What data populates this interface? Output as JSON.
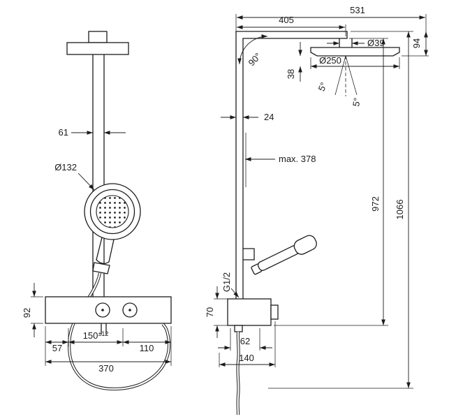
{
  "drawing": {
    "front_view": {
      "d61": "61",
      "d132": "Ø132",
      "d92": "92",
      "d57": "57",
      "d150_base": "150",
      "d150_tol": "±12",
      "d110": "110",
      "d370": "370"
    },
    "side_view": {
      "d531": "531",
      "d405": "405",
      "d39": "Ø39",
      "d94": "94",
      "d250": "Ø250",
      "d38": "38",
      "a5_left": "5°",
      "a5_right": "5°",
      "a90": "90°",
      "d24": "24",
      "dmax378": "max. 378",
      "d972": "972",
      "d1066": "1066",
      "g_half": "G1/2",
      "d70": "70",
      "d62": "62",
      "d140": "140"
    }
  },
  "colors": {
    "line": "#1c1c1c",
    "background": "#ffffff"
  }
}
